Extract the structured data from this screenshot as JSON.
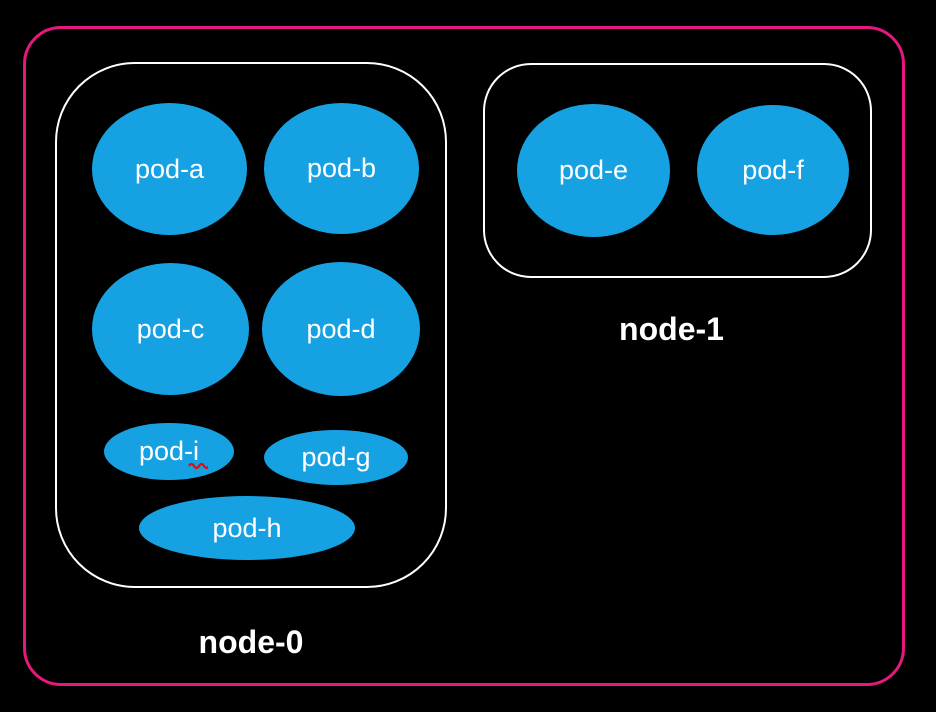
{
  "diagram": {
    "colors": {
      "background": "#000000",
      "cluster_border": "#e6177d",
      "node_border": "#ffffff",
      "pod_fill": "#16a2e2",
      "pod_text": "#ffffff",
      "node_label_text": "#ffffff",
      "spellcheck_underline": "#ff0000"
    },
    "nodes": [
      {
        "label": "node-0",
        "pods": [
          {
            "label": "pod-a"
          },
          {
            "label": "pod-b"
          },
          {
            "label": "pod-c"
          },
          {
            "label": "pod-d"
          },
          {
            "label": "pod-i",
            "has_spellcheck_underline": true
          },
          {
            "label": "pod-g"
          },
          {
            "label": "pod-h"
          }
        ]
      },
      {
        "label": "node-1",
        "pods": [
          {
            "label": "pod-e"
          },
          {
            "label": "pod-f"
          }
        ]
      }
    ]
  }
}
